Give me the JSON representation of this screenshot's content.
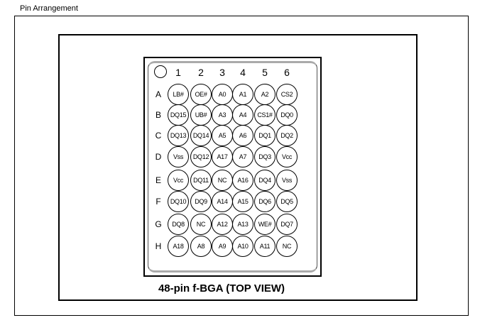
{
  "page_title": "Pin Arrangement",
  "caption": "48-pin f-BGA (TOP VIEW)",
  "columns": [
    "1",
    "2",
    "3",
    "4",
    "5",
    "6"
  ],
  "rows": [
    {
      "label": "A",
      "pins": [
        "LB#",
        "OE#",
        "A0",
        "A1",
        "A2",
        "CS2"
      ]
    },
    {
      "label": "B",
      "pins": [
        "DQ15",
        "UB#",
        "A3",
        "A4",
        "CS1#",
        "DQ0"
      ]
    },
    {
      "label": "C",
      "pins": [
        "DQ13",
        "DQ14",
        "A5",
        "A6",
        "DQ1",
        "DQ2"
      ]
    },
    {
      "label": "D",
      "pins": [
        "Vss",
        "DQ12",
        "A17",
        "A7",
        "DQ3",
        "Vcc"
      ]
    },
    {
      "label": "E",
      "pins": [
        "Vcc",
        "DQ11",
        "NC",
        "A16",
        "DQ4",
        "Vss"
      ]
    },
    {
      "label": "F",
      "pins": [
        "DQ10",
        "DQ9",
        "A14",
        "A15",
        "DQ6",
        "DQ5"
      ]
    },
    {
      "label": "G",
      "pins": [
        "DQ8",
        "NC",
        "A12",
        "A13",
        "WE#",
        "DQ7"
      ]
    },
    {
      "label": "H",
      "pins": [
        "A18",
        "A8",
        "A9",
        "A10",
        "A11",
        "NC"
      ]
    }
  ]
}
